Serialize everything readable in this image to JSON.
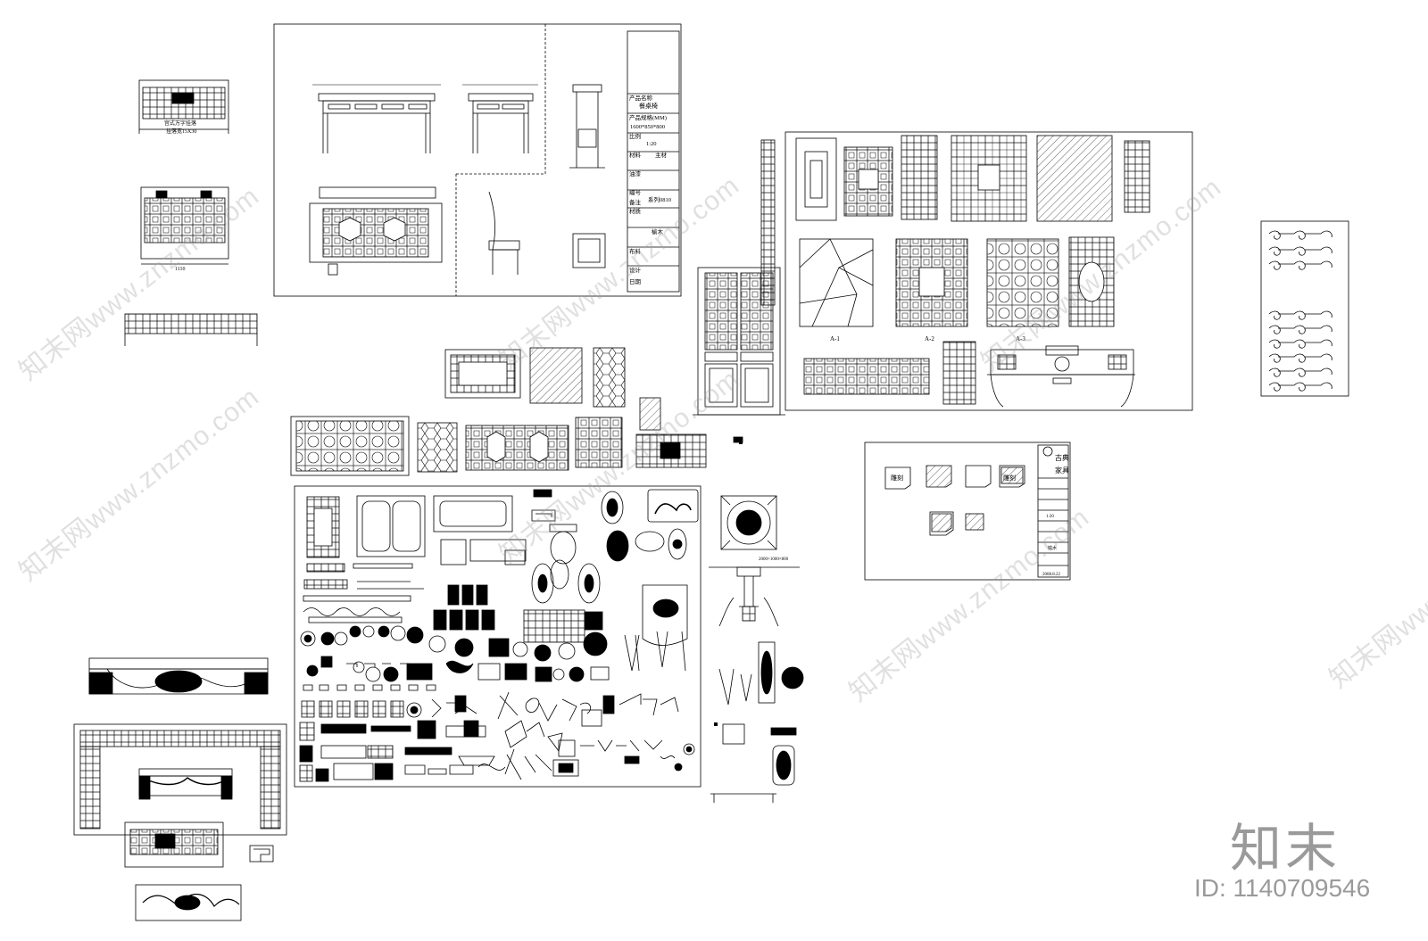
{
  "watermarks": {
    "text": "知末网www.znzmo.com"
  },
  "brand": {
    "logo": "知末",
    "id_label": "ID: 1140709546"
  },
  "top_left_panel": {
    "label_1": "宫式万字挂落",
    "label_2": "挂落宽15X30",
    "dim": "1110"
  },
  "title_block": {
    "product_name_label": "产品名称",
    "product_name": "餐桌椅",
    "spec_label": "产品规格(MM)",
    "spec_value": "1600*850*800",
    "scale_label": "比例",
    "scale_value": "1:20",
    "material_label": "材料",
    "material_value": "主材",
    "finish_label": "油漆",
    "code_label": "编号",
    "note_label": "备注",
    "series_value": "系列0810",
    "wood_label": "材质",
    "wood_value": "榆木",
    "fabric_label": "布料",
    "design_label": "设计",
    "date_label": "日期"
  },
  "lattice_labels": {
    "a1": "A-1",
    "a2": "A-2",
    "a3": "A-3"
  },
  "material_sheet": {
    "header_1": "古典",
    "header_2": "家具",
    "swatch_1": "雕刻",
    "swatch_4": "雕刻",
    "row_1": "1:20",
    "row_2": "榆木",
    "date": "2008.8.22"
  },
  "table_note": "2000×1000×800",
  "colors": {
    "line": "#000000",
    "watermark": "#a0a0a0",
    "logo": "#9a9a9a"
  }
}
